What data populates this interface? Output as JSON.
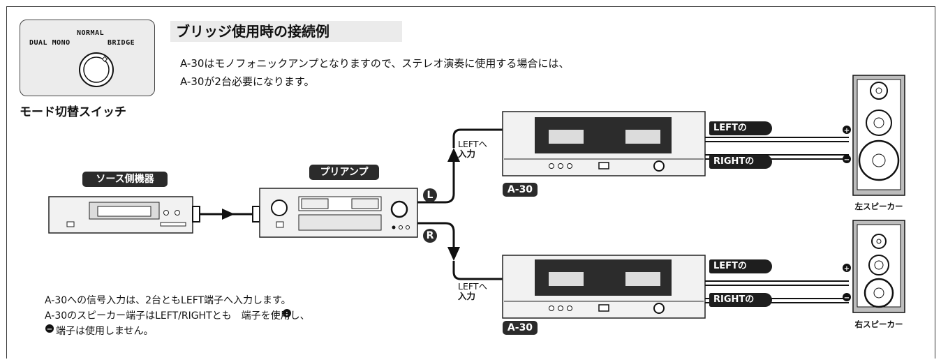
{
  "title": "ブリッジ使用時の接続例",
  "description": {
    "line1": "A-30はモノフォニックアンプとなりますので、ステレオ演奏に使用する場合には、",
    "line2": "A-30が2台必要になります。"
  },
  "mode_switch": {
    "normal": "NORMAL",
    "dual_mono": "DUAL MONO",
    "bridge": "BRIDGE",
    "caption": "モード切替スイッチ"
  },
  "source": {
    "label": "ソース側機器"
  },
  "preamp": {
    "label": "プリアンプ",
    "out_left": "L",
    "out_right": "R"
  },
  "amps": [
    {
      "model": "A-30",
      "input_label_1": "LEFTへ",
      "input_label_2": "入力",
      "spk_left": "LEFTの",
      "spk_right": "RIGHTの"
    },
    {
      "model": "A-30",
      "input_label_1": "LEFTへ",
      "input_label_2": "入力",
      "spk_left": "LEFTの",
      "spk_right": "RIGHTの"
    }
  ],
  "speakers": {
    "left": "左スピーカー",
    "right": "右スピーカー"
  },
  "notes": {
    "line1": "A-30への信号入力は、2台ともLEFT端子へ入力します。",
    "line2": "A-30のスピーカー端子はLEFT/RIGHTとも",
    "line2b": "端子を使用し、",
    "line3": "端子は使用しません。"
  }
}
